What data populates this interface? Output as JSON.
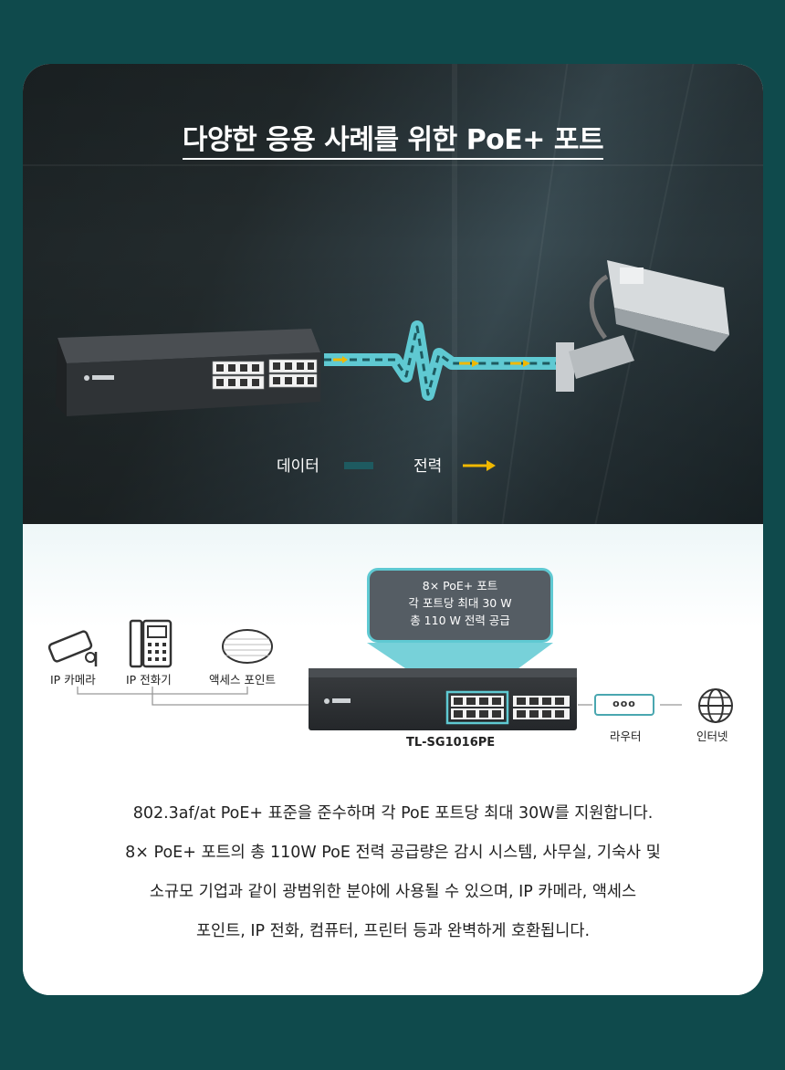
{
  "hero": {
    "title": "다양한 응용 사례를 위한 PoE+ 포트",
    "legend_data": "데이터",
    "legend_power": "전력"
  },
  "diagram": {
    "tooltip_line1": "8× PoE+ 포트",
    "tooltip_line2": "각 포트당 최대 30 W",
    "tooltip_line3": "총 110 W 전력 공급",
    "devices": {
      "ip_camera": "IP 카메라",
      "ip_phone": "IP 전화기",
      "access_point": "액세스 포인트",
      "router": "라우터",
      "internet": "인터넷"
    },
    "model": "TL-SG1016PE",
    "router_dots": "ooo"
  },
  "body": {
    "line1": "802.3af/at PoE+ 표준을 준수하며 각 PoE 포트당 최대 30W를 지원합니다.",
    "line2": "8× PoE+ 포트의 총 110W PoE 전력 공급량은 감시 시스템, 사무실, 기숙사 및",
    "line3": "소규모 기업과 같이 광범위한 분야에 사용될 수 있으며, IP 카메라, 액세스",
    "line4": "포인트, IP 전화, 컴퓨터, 프린터 등과 완벽하게 호환됩니다."
  },
  "colors": {
    "page_bg": "#0f4a4c",
    "accent_cyan": "#5fc9d2",
    "power_yellow": "#f0b800",
    "data_teal": "#1e5a60",
    "tooltip_bg": "#555d64"
  },
  "icons": [
    "switch-icon",
    "camera-icon",
    "phone-icon",
    "access-point-icon",
    "router-icon",
    "globe-icon",
    "arrow-right-icon"
  ]
}
